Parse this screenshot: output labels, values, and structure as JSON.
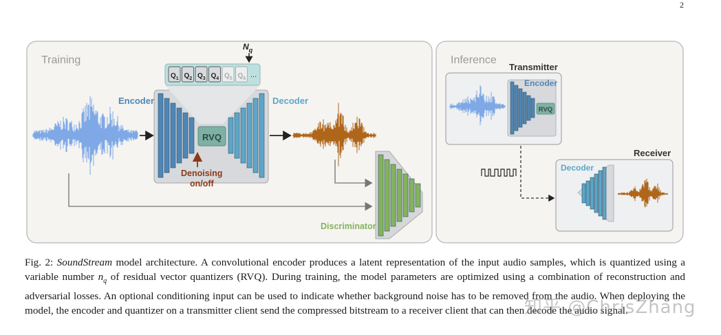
{
  "page_number": "2",
  "panels": {
    "training": {
      "title": "Training",
      "encoder_label": "Encoder",
      "decoder_label": "Decoder",
      "quantizer_label": "RVQ",
      "nq_label": "N",
      "nq_sub": "q",
      "quantizers": [
        {
          "label": "Q",
          "sub": "1",
          "active": true
        },
        {
          "label": "Q",
          "sub": "2",
          "active": true
        },
        {
          "label": "Q",
          "sub": "3",
          "active": true
        },
        {
          "label": "Q",
          "sub": "4",
          "active": true
        },
        {
          "label": "Q",
          "sub": "5",
          "active": false
        },
        {
          "label": "Q",
          "sub": "6",
          "active": false
        }
      ],
      "quantizer_ellipsis": "...",
      "denoise_line1": "Denoising",
      "denoise_line2": "on/off",
      "discriminator_label": "Discriminator"
    },
    "inference": {
      "title": "Inference",
      "transmitter_label": "Transmitter",
      "encoder_label": "Encoder",
      "quantizer_label": "RVQ",
      "receiver_label": "Receiver",
      "decoder_label": "Decoder"
    }
  },
  "colors": {
    "input_wave": "#7fa8e6",
    "output_wave": "#b0661a",
    "encoder": "#4f86b5",
    "decoder": "#5ea6c7",
    "discriminator": "#85b35c",
    "denoise": "#8b3a1a",
    "panel_bg": "#f5f4f1"
  },
  "caption": {
    "fig_label": "Fig. 2: ",
    "model_name": "SoundStream",
    "text_1": " model architecture. A convolutional encoder produces a latent representation of the input audio samples, which is quantized using a variable number ",
    "var": "n",
    "var_sub": "q",
    "text_2": " of residual vector quantizers (RVQ). During training, the model parameters are optimized using a combination of reconstruction and adversarial losses. An optional conditioning input can be used to indicate whether background noise has to be removed from the audio. When deploying the model, the encoder and quantizer on a transmitter client send the compressed bitstream to a receiver client that can then decode the audio signal."
  },
  "watermark": "知乎 @ChrisZhang"
}
